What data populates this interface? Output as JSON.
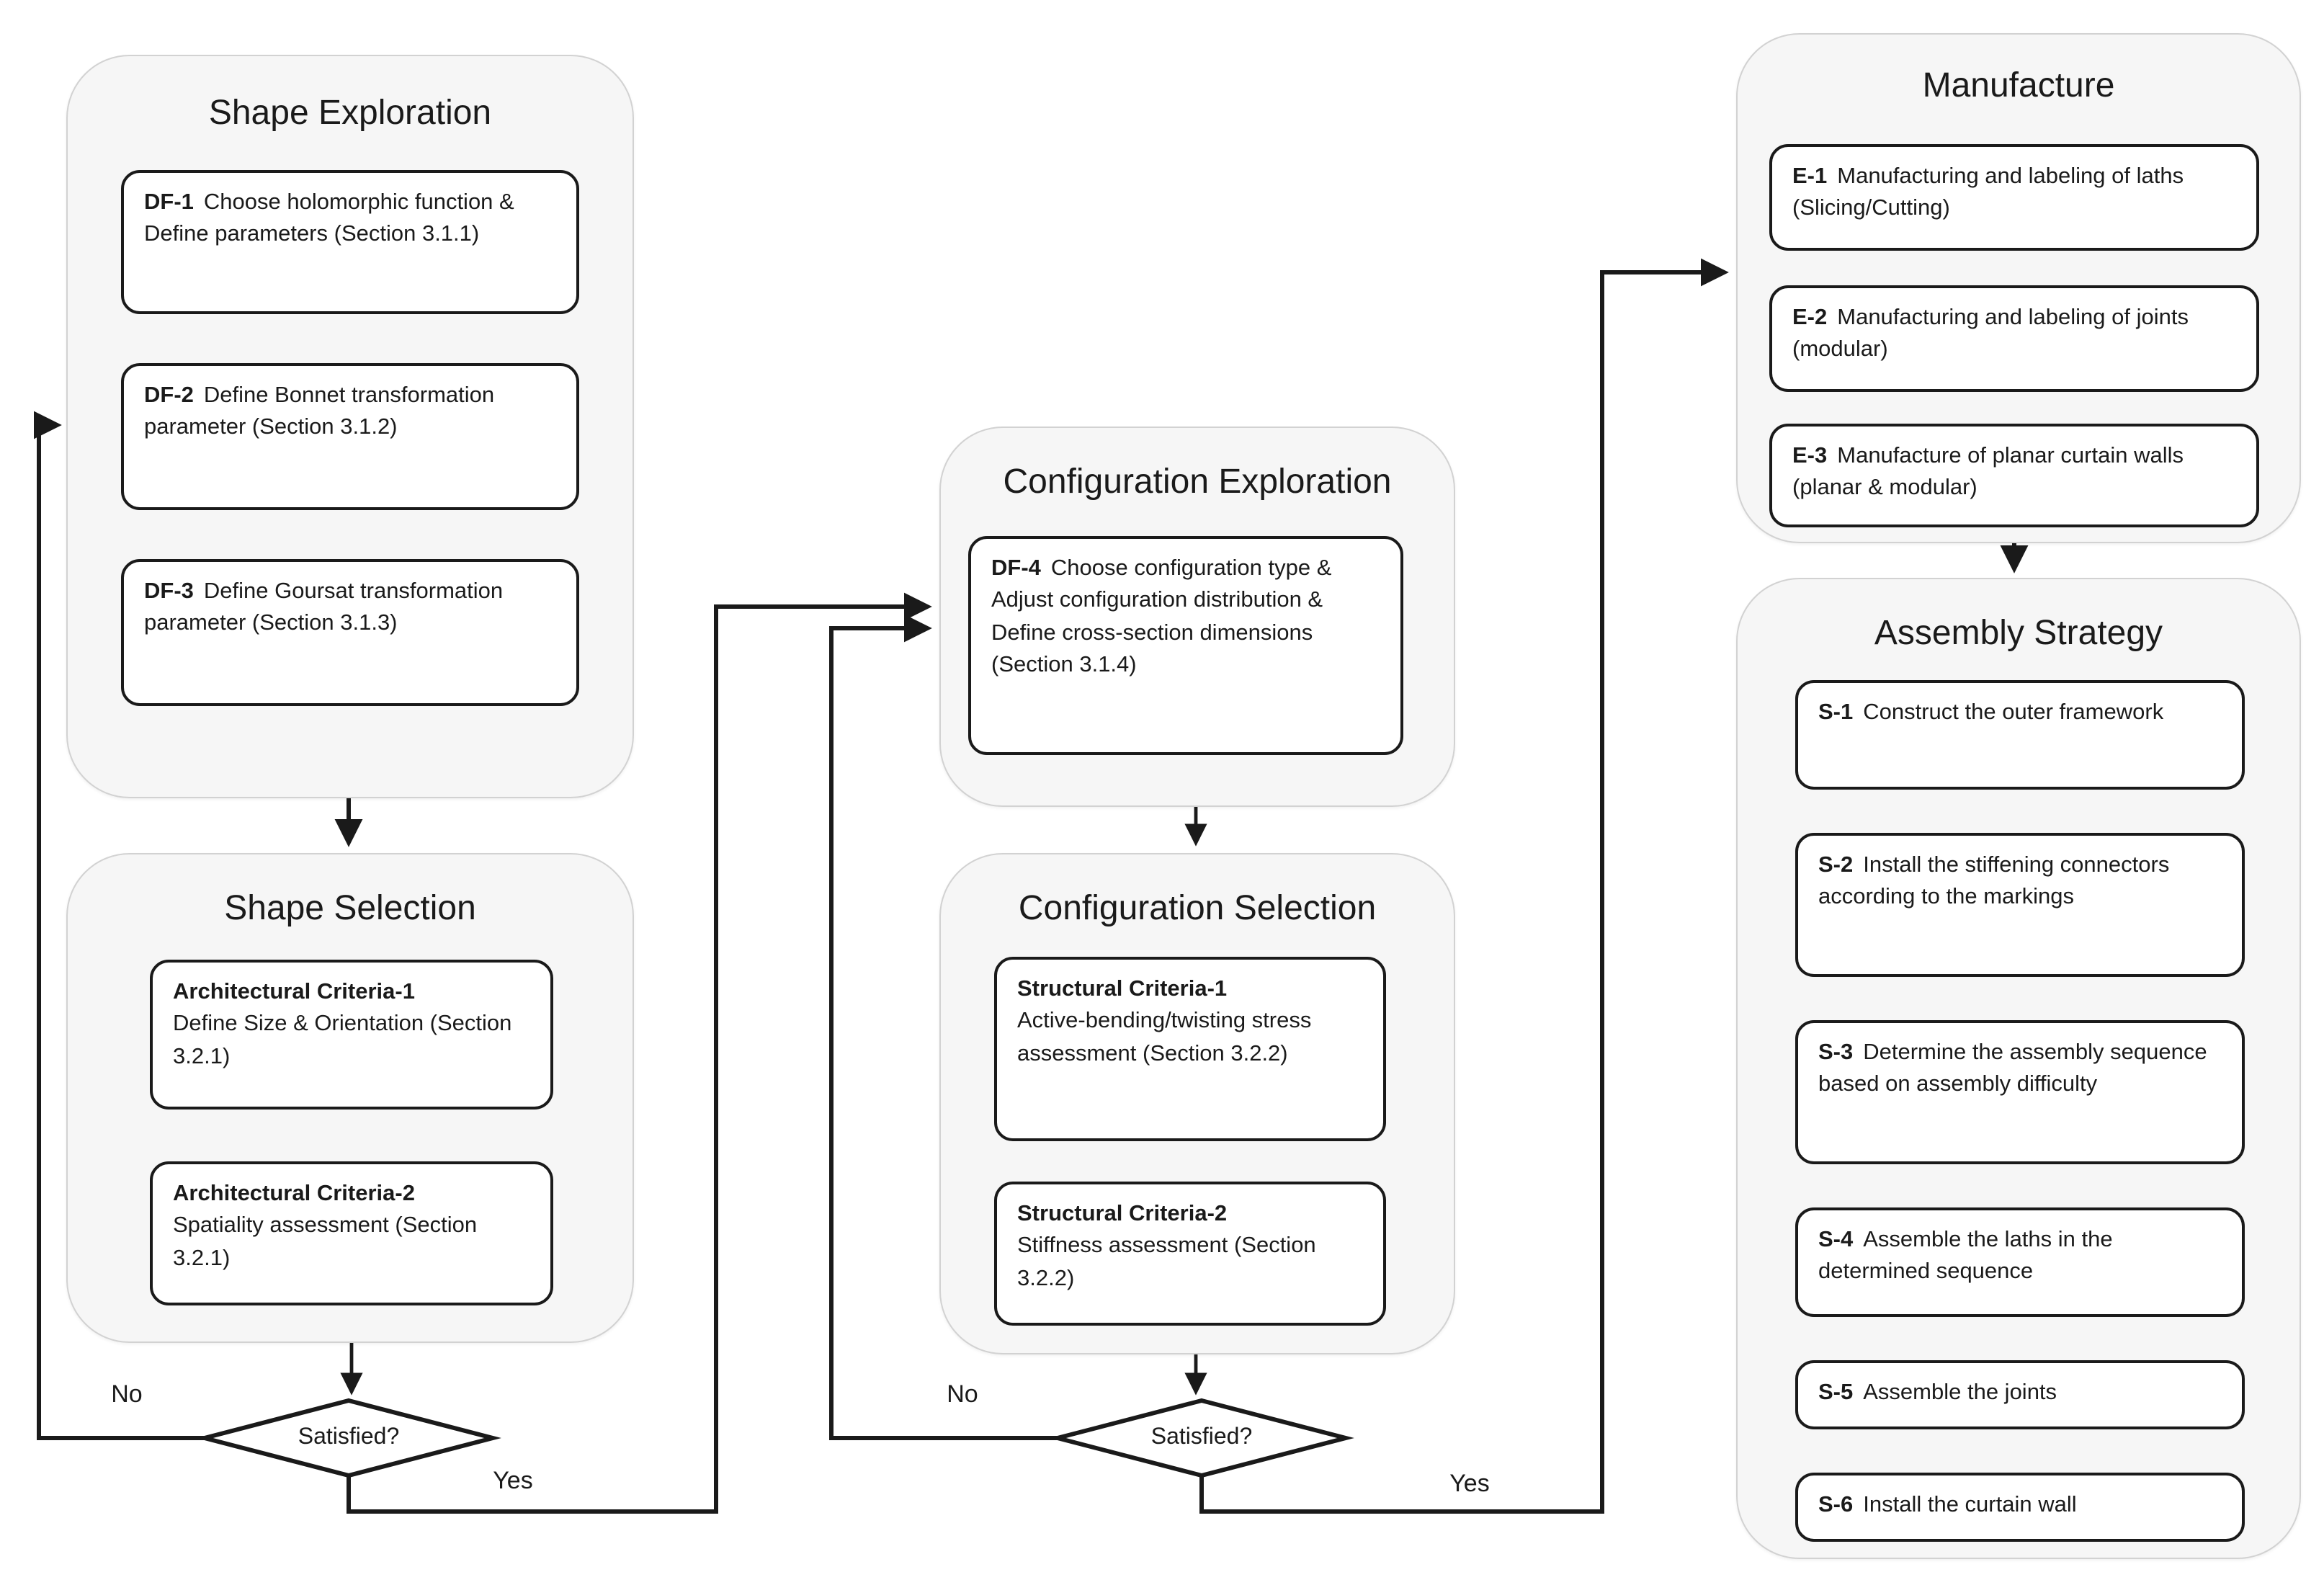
{
  "colors": {
    "background": "#ffffff",
    "container_fill": "#f6f6f6",
    "container_border": "#d2d2d2",
    "box_border": "#1a1a1a",
    "line": "#1a1a1a"
  },
  "groups": {
    "shape_exploration": {
      "title": "Shape Exploration",
      "boxes": [
        {
          "tag": "DF-1",
          "text": "Choose holomorphic function & Define parameters (Section 3.1.1)"
        },
        {
          "tag": "DF-2",
          "text": "Define Bonnet transformation parameter (Section 3.1.2)"
        },
        {
          "tag": "DF-3",
          "text": "Define Goursat transformation parameter (Section 3.1.3)"
        }
      ]
    },
    "shape_selection": {
      "title": "Shape Selection",
      "boxes": [
        {
          "tag": "Architectural Criteria-1",
          "text": "Define Size & Orientation (Section 3.2.1)"
        },
        {
          "tag": "Architectural Criteria-2",
          "text": "Spatiality assessment (Section 3.2.1)"
        }
      ]
    },
    "config_exploration": {
      "title": "Configuration Exploration",
      "boxes": [
        {
          "tag": "DF-4",
          "text": "Choose configuration type & Adjust configuration distribution & Define cross-section dimensions (Section 3.1.4)"
        }
      ]
    },
    "config_selection": {
      "title": "Configuration Selection",
      "boxes": [
        {
          "tag": "Structural Criteria-1",
          "text": "Active-bending/twisting stress assessment (Section 3.2.2)"
        },
        {
          "tag": "Structural Criteria-2",
          "text": "Stiffness assessment (Section 3.2.2)"
        }
      ]
    },
    "manufacture": {
      "title": "Manufacture",
      "boxes": [
        {
          "tag": "E-1",
          "text": "Manufacturing and labeling of laths (Slicing/Cutting)"
        },
        {
          "tag": "E-2",
          "text": "Manufacturing and labeling of joints (modular)"
        },
        {
          "tag": "E-3",
          "text": "Manufacture of planar curtain walls (planar & modular)"
        }
      ]
    },
    "assembly": {
      "title": "Assembly Strategy",
      "boxes": [
        {
          "tag": "S-1",
          "text": "Construct the outer framework"
        },
        {
          "tag": "S-2",
          "text": "Install the stiffening connectors according to the markings"
        },
        {
          "tag": "S-3",
          "text": "Determine the assembly sequence based on assembly difficulty"
        },
        {
          "tag": "S-4",
          "text": "Assemble the laths in the determined sequence"
        },
        {
          "tag": "S-5",
          "text": "Assemble the joints"
        },
        {
          "tag": "S-6",
          "text": "Install the curtain wall"
        }
      ]
    }
  },
  "decisions": {
    "shape": {
      "question": "Satisfied?",
      "no_label": "No",
      "yes_label": "Yes"
    },
    "config": {
      "question": "Satisfied?",
      "no_label": "No",
      "yes_label": "Yes"
    }
  }
}
